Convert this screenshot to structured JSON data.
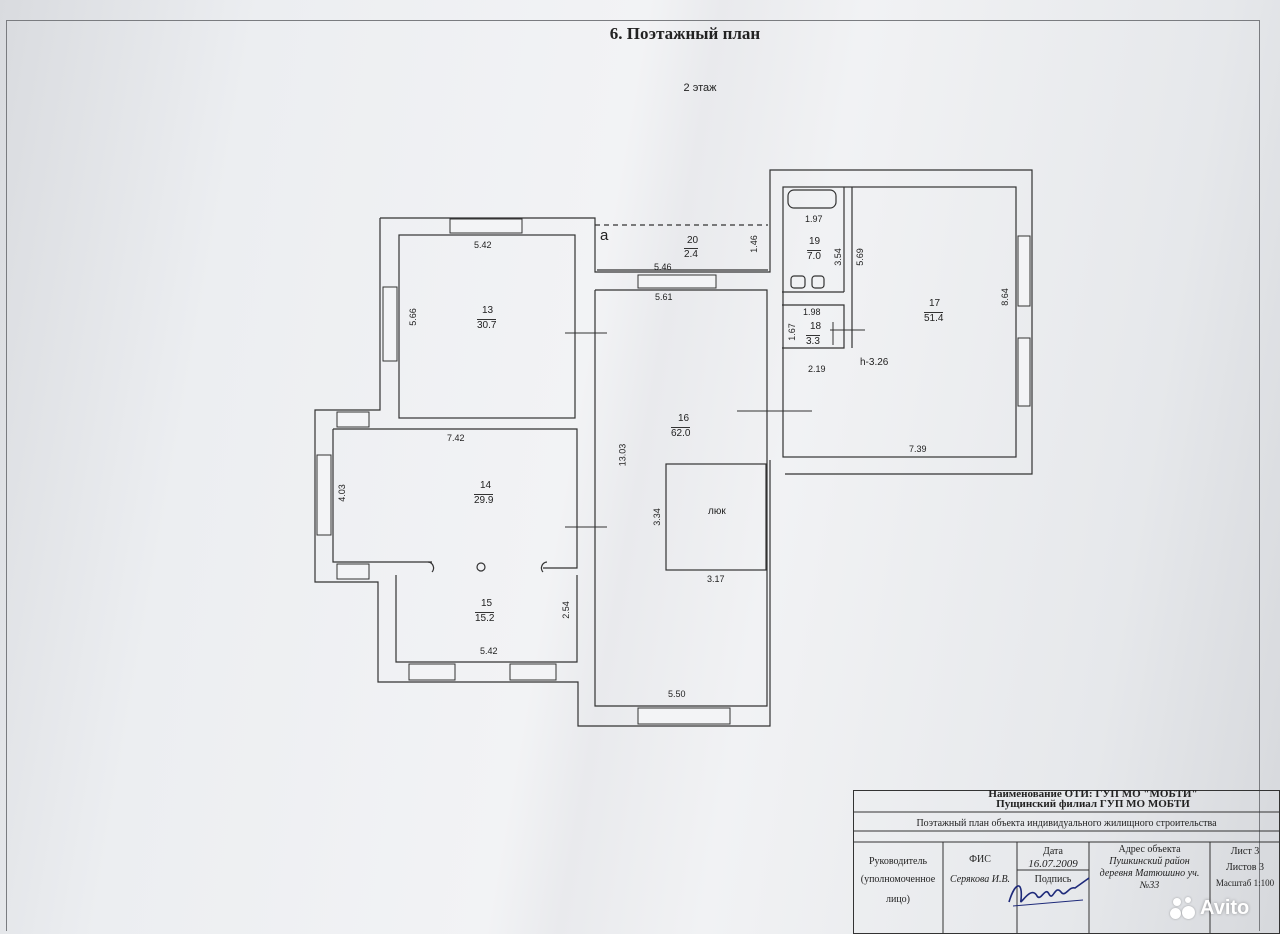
{
  "document": {
    "title": "6. Поэтажный план",
    "floor_label": "2 этаж"
  },
  "rooms": [
    {
      "id": "13",
      "area": "30.7",
      "dims": [
        "5.42",
        "5.66"
      ]
    },
    {
      "id": "14",
      "area": "29.9",
      "dims": [
        "7.42",
        "4.03"
      ]
    },
    {
      "id": "15",
      "area": "15.2",
      "dims": [
        "5.42",
        "2.54"
      ]
    },
    {
      "id": "16",
      "area": "62.0",
      "dims": [
        "13.03",
        "5.61",
        "5.50"
      ]
    },
    {
      "id": "17",
      "area": "51.4",
      "dims": [
        "8.64",
        "7.39",
        "h-3.26"
      ]
    },
    {
      "id": "18",
      "area": "3.3",
      "dims": [
        "1.98",
        "1.67",
        "2.19"
      ]
    },
    {
      "id": "19",
      "area": "7.0",
      "dims": [
        "1.97",
        "3.54",
        "5.69"
      ]
    },
    {
      "id": "20",
      "area": "2.4",
      "dims": [
        "5.46",
        "1.46"
      ]
    }
  ],
  "hatch": {
    "label": "люк",
    "dims": [
      "3.34",
      "3.17"
    ]
  },
  "balcony_letter": "а",
  "title_block": {
    "org_line1": "Наименование ОТИ: ГУП МО \"МОБТИ\"",
    "org_line2": "Пущинский филиал ГУП МО МОБТИ",
    "subject": "Поэтажный план объекта индивидуального жилищного строительства",
    "role_line1": "Руководитель",
    "role_line2": "(уполномоченное",
    "role_line3": "лицо)",
    "col_fio": "ФИС",
    "fio_value": "Серякова И.В.",
    "col_date": "Дата",
    "date_value": "16.07.2009",
    "col_signature": "Подпись",
    "address_head": "Адрес объекта",
    "address_line1": "Пушкинский район",
    "address_line2": "деревня Матюшино уч.",
    "address_line3": "№33",
    "sheet": "Лист 3",
    "sheets": "Листов 3",
    "scale": "Масштаб 1:100"
  },
  "watermark": {
    "text": "Avito"
  },
  "colors": {
    "ink": "#222222",
    "paper": "#eef0f2"
  }
}
